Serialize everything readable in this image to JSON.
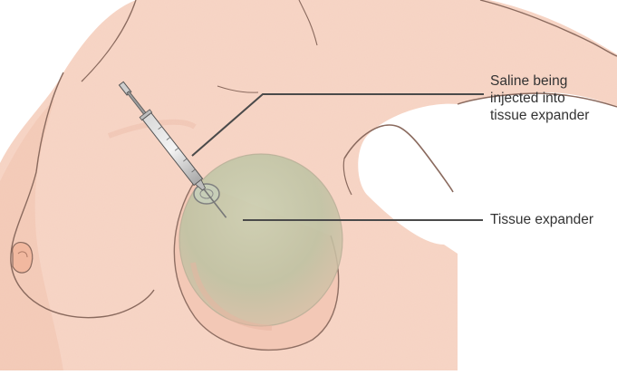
{
  "labels": {
    "saline": [
      "Saline being",
      "injected into",
      "tissue expander"
    ],
    "tissue_expander": "Tissue expander"
  },
  "colors": {
    "skin": "#f6d2c2",
    "skin_shadow": "#e8b4a0",
    "outline": "#8a6a5e",
    "expander": "#b9c2a4",
    "leader_line": "#4a4a4a",
    "text": "#333333"
  }
}
